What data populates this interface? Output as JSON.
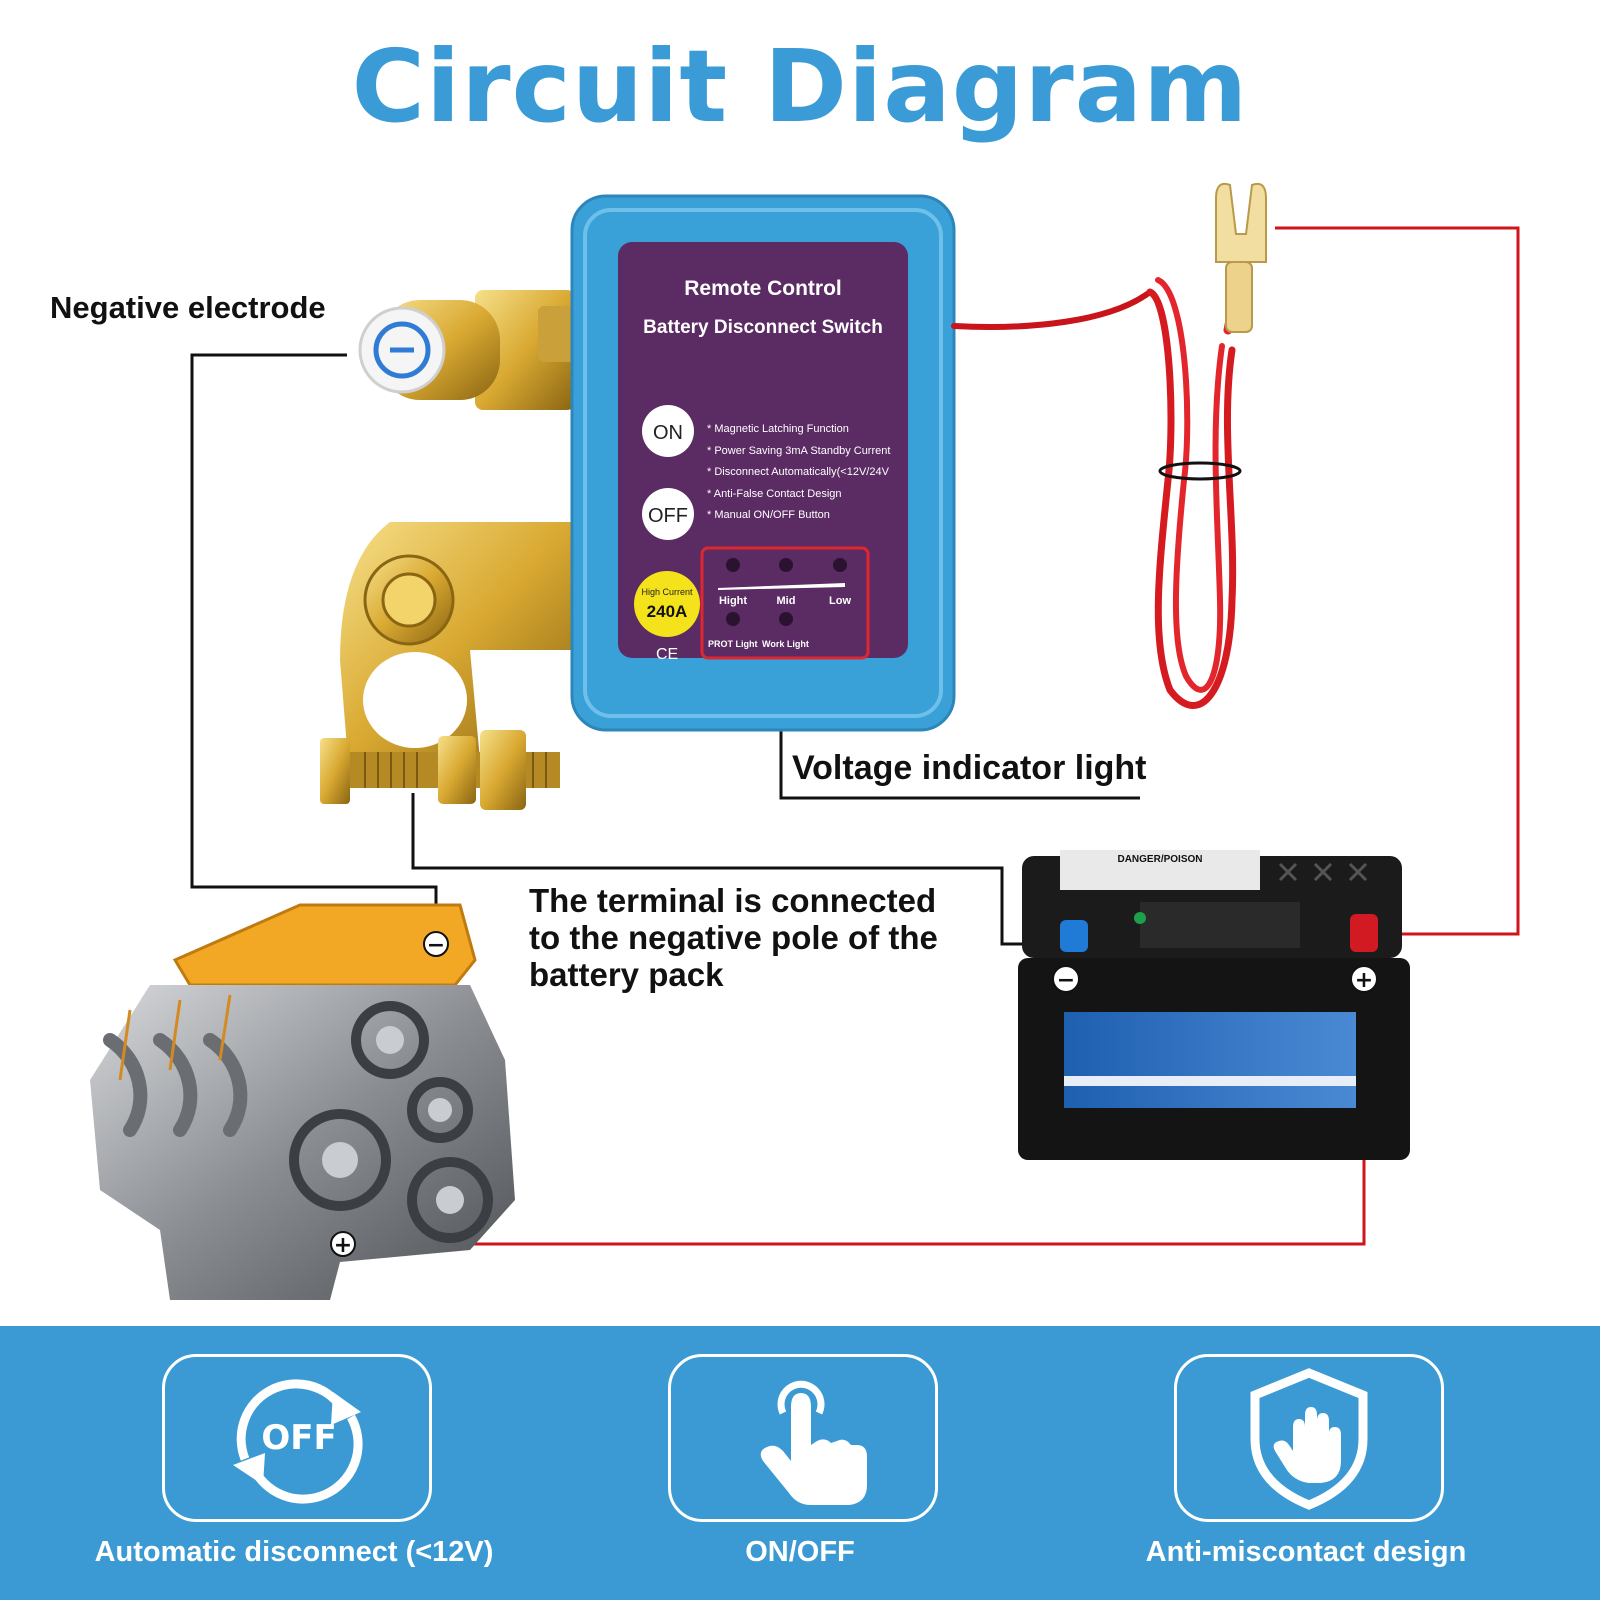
{
  "title": "Circuit Diagram",
  "labels": {
    "negative_electrode": "Negative electrode",
    "voltage_indicator": "Voltage indicator light",
    "terminal_line1": "The terminal is connected",
    "terminal_line2": "to the negative pole of the",
    "terminal_line3": "battery pack"
  },
  "device": {
    "title_line1": "Remote Control",
    "title_line2": "Battery Disconnect Switch",
    "on_button": "ON",
    "off_button": "OFF",
    "features": [
      "* Magnetic Latching Function",
      "* Power Saving 3mA Standby Current",
      "* Disconnect Automatically(<12V/24V",
      "* Anti-False Contact Design",
      "* Manual ON/OFF Button"
    ],
    "current_badge_line1": "High Current",
    "current_badge_line2": "240A",
    "ce_mark": "CE",
    "indicator_levels": [
      "Hight",
      "Mid",
      "Low"
    ],
    "prot_light": "PROT Light",
    "work_light": "Work Light"
  },
  "battery": {
    "danger_label": "DANGER/POISON",
    "negative_symbol": "−",
    "positive_symbol": "+"
  },
  "engine": {
    "negative_symbol": "−",
    "positive_symbol": "+"
  },
  "features": [
    {
      "icon": "auto-off-icon",
      "icon_text": "OFF",
      "label": "Automatic disconnect (<12V)"
    },
    {
      "icon": "hand-tap-icon",
      "label": "ON/OFF"
    },
    {
      "icon": "shield-hand-icon",
      "label": "Anti-miscontact design"
    }
  ],
  "colors": {
    "title": "#3a9bd6",
    "panel": "#3b9ad4",
    "device_body": "#3aa1d8",
    "device_face": "#5b2b63",
    "wire_red": "#d0141b",
    "wire_black": "#111111"
  }
}
